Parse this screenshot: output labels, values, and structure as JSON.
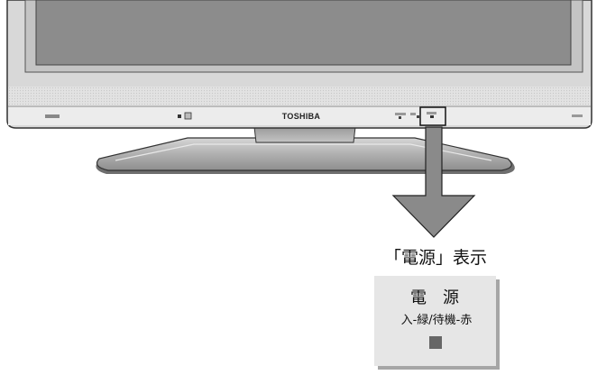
{
  "tv": {
    "brand": "TOSHIBA"
  },
  "callout": {
    "label": "「電源」表示"
  },
  "indicator_panel": {
    "title": "電源",
    "status_text": "入-緑/待機-赤"
  },
  "colors": {
    "bezel": "#d9d9d9",
    "screen": "#8c8c8c",
    "stand": "#b5b5b5",
    "arrow": "#8a8a8a",
    "panel_bg": "#e6e6e6",
    "indicator": "#666666"
  }
}
